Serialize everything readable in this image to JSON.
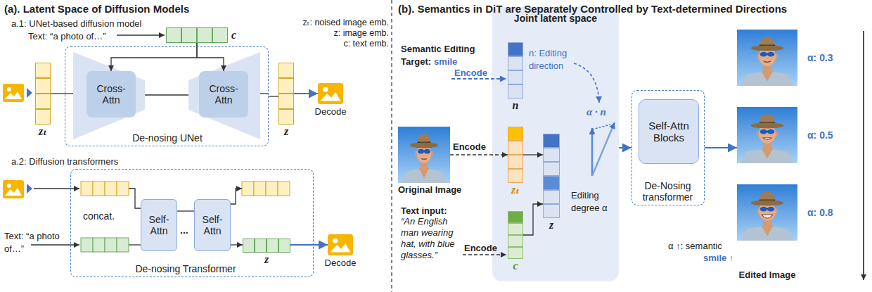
{
  "diagram": {
    "nodes": [
      {
        "text": [
          "zₜ"
        ]
      },
      {
        "text": [
          "c"
        ]
      },
      {
        "text": [
          "De-nosing UNet"
        ]
      },
      {
        "text": [
          "Cross-Attn"
        ],
        "in": 2
      },
      {
        "text": [
          "Cross-Attn"
        ],
        "in": 2
      },
      {
        "text": [
          "z"
        ]
      },
      {
        "text": [
          "Decode"
        ]
      },
      {
        "text": [
          "De-nosing Transformer"
        ]
      },
      {
        "text": [
          "Self-Attn"
        ],
        "in": 7
      },
      {
        "text": [
          "Self-Attn"
        ],
        "in": 7
      },
      {
        "text": [
          "z"
        ],
        "in": 7
      },
      {
        "text": [
          "Decode"
        ]
      },
      {
        "text": [
          "Joint latent space"
        ]
      },
      {
        "text": [
          "n"
        ],
        "in": 12
      },
      {
        "text": [
          "zₜ"
        ],
        "in": 12
      },
      {
        "text": [
          "c"
        ],
        "in": 12
      },
      {
        "text": [
          "z"
        ],
        "in": 12
      },
      {
        "text": [
          "Original Image"
        ]
      },
      {
        "text": [
          "De-Nosing transformer"
        ]
      },
      {
        "text": [
          "Self-Attn Blocks"
        ],
        "in": 18
      },
      {
        "text": [
          "Edited Image"
        ]
      }
    ],
    "edges": [
      {
        "from": 0,
        "to": 2,
        "arrow": "none"
      },
      {
        "from": 1,
        "to": 3,
        "arrow": "to"
      },
      {
        "from": 1,
        "to": 4,
        "arrow": "to"
      },
      {
        "from": 2,
        "to": 5,
        "arrow": "none"
      },
      {
        "from": 5,
        "to": 6,
        "arrow": "to"
      },
      {
        "from": 8,
        "to": 9,
        "arrow": "none"
      },
      {
        "from": 9,
        "to": 10,
        "arrow": "to"
      },
      {
        "from": 10,
        "to": 11,
        "arrow": "to"
      },
      {
        "from": 17,
        "to": 14,
        "label": "Encode",
        "arrow": "to"
      },
      {
        "from": 14,
        "to": 16,
        "arrow": "to"
      },
      {
        "from": 15,
        "to": 16,
        "arrow": "to"
      },
      {
        "from": 12,
        "to": 18,
        "arrow": "to"
      },
      {
        "from": 18,
        "to": 20,
        "arrow": "to"
      }
    ],
    "labels": [
      "(a). Latent Space of Diffusion Models",
      "a.1: UNet-based diffusion model",
      "Text: “a photo of…”",
      "zₜ: noised image emb.",
      "z: image emb.",
      "c: text emb.",
      "a.2: Diffusion transformers",
      "Text: “a photo of…”",
      "concat.",
      "...",
      "(b). Semantics in DiT are Separately Controlled by Text-determined Directions",
      "Semantic Editing Target:",
      "smile",
      "Encode",
      "n: Editing direction",
      "α · n",
      "Editing degree α",
      "Text input:",
      "“An English man wearing hat, with blue glasses.”",
      "Encode",
      "α ↑: semantic",
      "smile ↑",
      "α: 0.3",
      "α: 0.5",
      "α: 0.8"
    ]
  }
}
